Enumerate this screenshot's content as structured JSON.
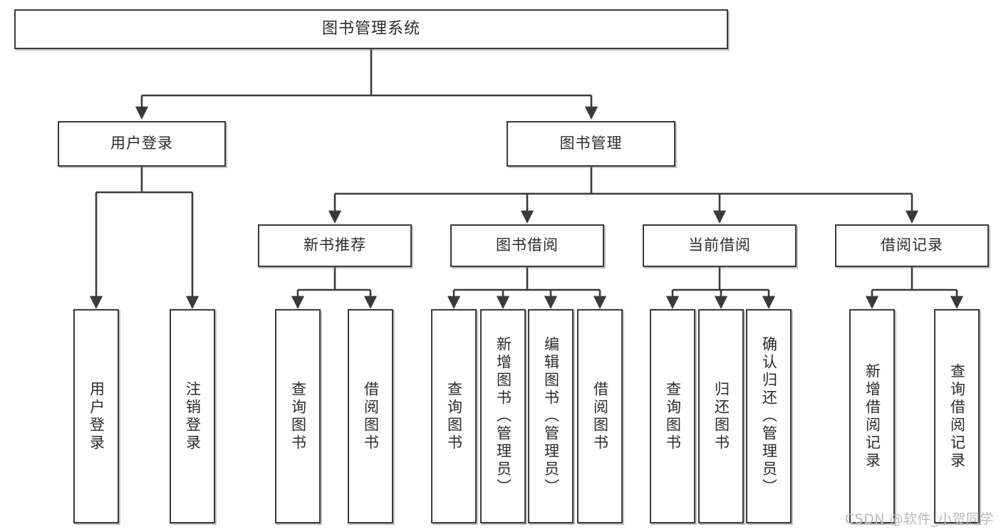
{
  "diagram": {
    "title": "图书管理系统",
    "type": "tree-hierarchy",
    "watermark": "CSDN @软件_小贺同学",
    "colors": {
      "border": "#3a3a3a",
      "text": "#2b2b2b",
      "background": "#ffffff",
      "watermark": "#b9b9b9"
    },
    "levels": {
      "root": {
        "label": "图书管理系统"
      },
      "level2": [
        {
          "id": "user-login",
          "label": "用户登录"
        },
        {
          "id": "book-manage",
          "label": "图书管理"
        }
      ],
      "level3": [
        {
          "id": "new-book-recommend",
          "label": "新书推荐",
          "parent": "book-manage"
        },
        {
          "id": "book-borrow",
          "label": "图书借阅",
          "parent": "book-manage"
        },
        {
          "id": "current-borrow",
          "label": "当前借阅",
          "parent": "book-manage"
        },
        {
          "id": "borrow-record",
          "label": "借阅记录",
          "parent": "book-manage"
        }
      ],
      "leaves": [
        {
          "id": "leaf-1",
          "label": "用户登录",
          "parent": "user-login"
        },
        {
          "id": "leaf-2",
          "label": "注销登录",
          "parent": "user-login"
        },
        {
          "id": "leaf-3",
          "label": "查询图书",
          "parent": "new-book-recommend"
        },
        {
          "id": "leaf-4",
          "label": "借阅图书",
          "parent": "new-book-recommend"
        },
        {
          "id": "leaf-5",
          "label": "查询图书",
          "parent": "book-borrow"
        },
        {
          "id": "leaf-6",
          "label": "新增图书（管理员）",
          "parent": "book-borrow"
        },
        {
          "id": "leaf-7",
          "label": "编辑图书（管理员）",
          "parent": "book-borrow"
        },
        {
          "id": "leaf-8",
          "label": "借阅图书",
          "parent": "book-borrow"
        },
        {
          "id": "leaf-9",
          "label": "查询图书",
          "parent": "current-borrow"
        },
        {
          "id": "leaf-10",
          "label": "归还图书",
          "parent": "current-borrow"
        },
        {
          "id": "leaf-11",
          "label": "确认归还（管理员）",
          "parent": "current-borrow"
        },
        {
          "id": "leaf-12",
          "label": "新增借阅记录",
          "parent": "borrow-record"
        },
        {
          "id": "leaf-13",
          "label": "查询借阅记录",
          "parent": "borrow-record"
        }
      ]
    }
  }
}
